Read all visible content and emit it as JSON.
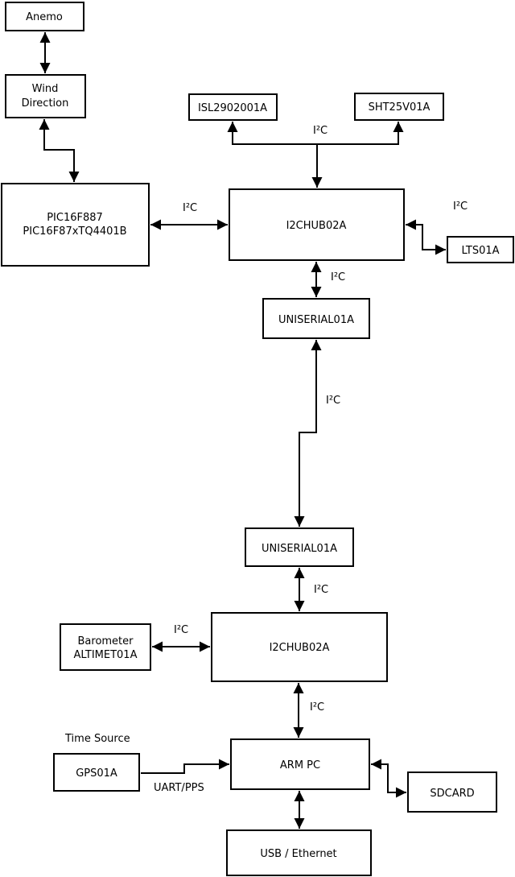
{
  "nodes": {
    "anemo": {
      "label": "Anemo"
    },
    "wind_direction": {
      "line1": "Wind",
      "line2": "Direction"
    },
    "pic_mcu": {
      "line1": "PIC16F887",
      "line2": "PIC16F87xTQ4401B"
    },
    "isl_sensor": {
      "label": "ISL2902001A"
    },
    "sht_sensor": {
      "label": "SHT25V01A"
    },
    "i2c_hub_upper": {
      "label": "I2CHUB02A"
    },
    "lts_sensor": {
      "label": "LTS01A"
    },
    "uniserial_upper": {
      "label": "UNISERIAL01A"
    },
    "uniserial_lower": {
      "label": "UNISERIAL01A"
    },
    "i2c_hub_lower": {
      "label": "I2CHUB02A"
    },
    "barometer": {
      "line1": "Barometer",
      "line2": "ALTIMET01A"
    },
    "gps": {
      "label": "GPS01A"
    },
    "arm_pc": {
      "label": "ARM PC"
    },
    "sdcard": {
      "label": "SDCARD"
    },
    "usb_ethernet": {
      "label": "USB / Ethernet"
    }
  },
  "edge_labels": {
    "sensor_bus_i2c": "I²C",
    "pic_hub_i2c": "I²C",
    "lts_i2c": "I²C",
    "hub_uniserial_i2c": "I²C",
    "long_link_i2c": "I²C",
    "uniserial_hub_i2c": "I²C",
    "barometer_i2c": "I²C",
    "hub_armpc_i2c": "I²C",
    "time_source": "Time Source",
    "uart_pps": "UART/PPS"
  },
  "colors": {
    "line": "#000000",
    "background": "#ffffff",
    "box_fill": "#ffffff"
  }
}
